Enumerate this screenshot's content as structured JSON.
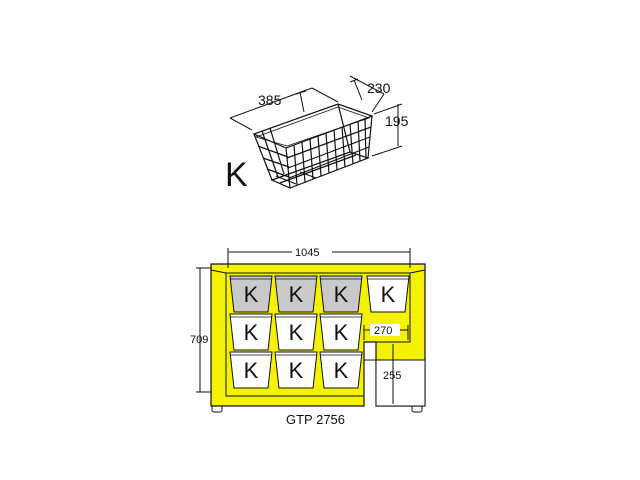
{
  "basket": {
    "dim_length": "385",
    "dim_width": "230",
    "dim_height": "195",
    "letter": "K"
  },
  "freezer": {
    "dim_width": "1045",
    "dim_height": "709",
    "dim_compressor_width": "270",
    "dim_compressor_height": "255",
    "model": "GTP 2756",
    "basket_label": "K",
    "colors": {
      "body": "#f5f200",
      "basket_top": "#c9c9c9",
      "basket": "#ffffff",
      "outline": "#111111"
    }
  }
}
